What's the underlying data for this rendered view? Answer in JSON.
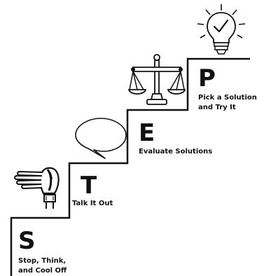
{
  "steps": [
    {
      "letter": "S",
      "caption_line1": "Stop, Think,",
      "caption_line2": "and Cool Off"
    },
    {
      "letter": "T",
      "caption_line1": "Talk It Out"
    },
    {
      "letter": "E",
      "caption_line1": "Evaluate Solutions"
    },
    {
      "letter": "P",
      "caption_line1": "Pick a Solution",
      "caption_line2": "and Try It"
    }
  ],
  "icons": {
    "step1": "stop-hand-icon",
    "step2": "speech-bubble-icon",
    "step3": "balance-scale-icon",
    "step4": "lightbulb-check-icon"
  },
  "colors": {
    "ink": "#111111",
    "background": "#ffffff"
  }
}
